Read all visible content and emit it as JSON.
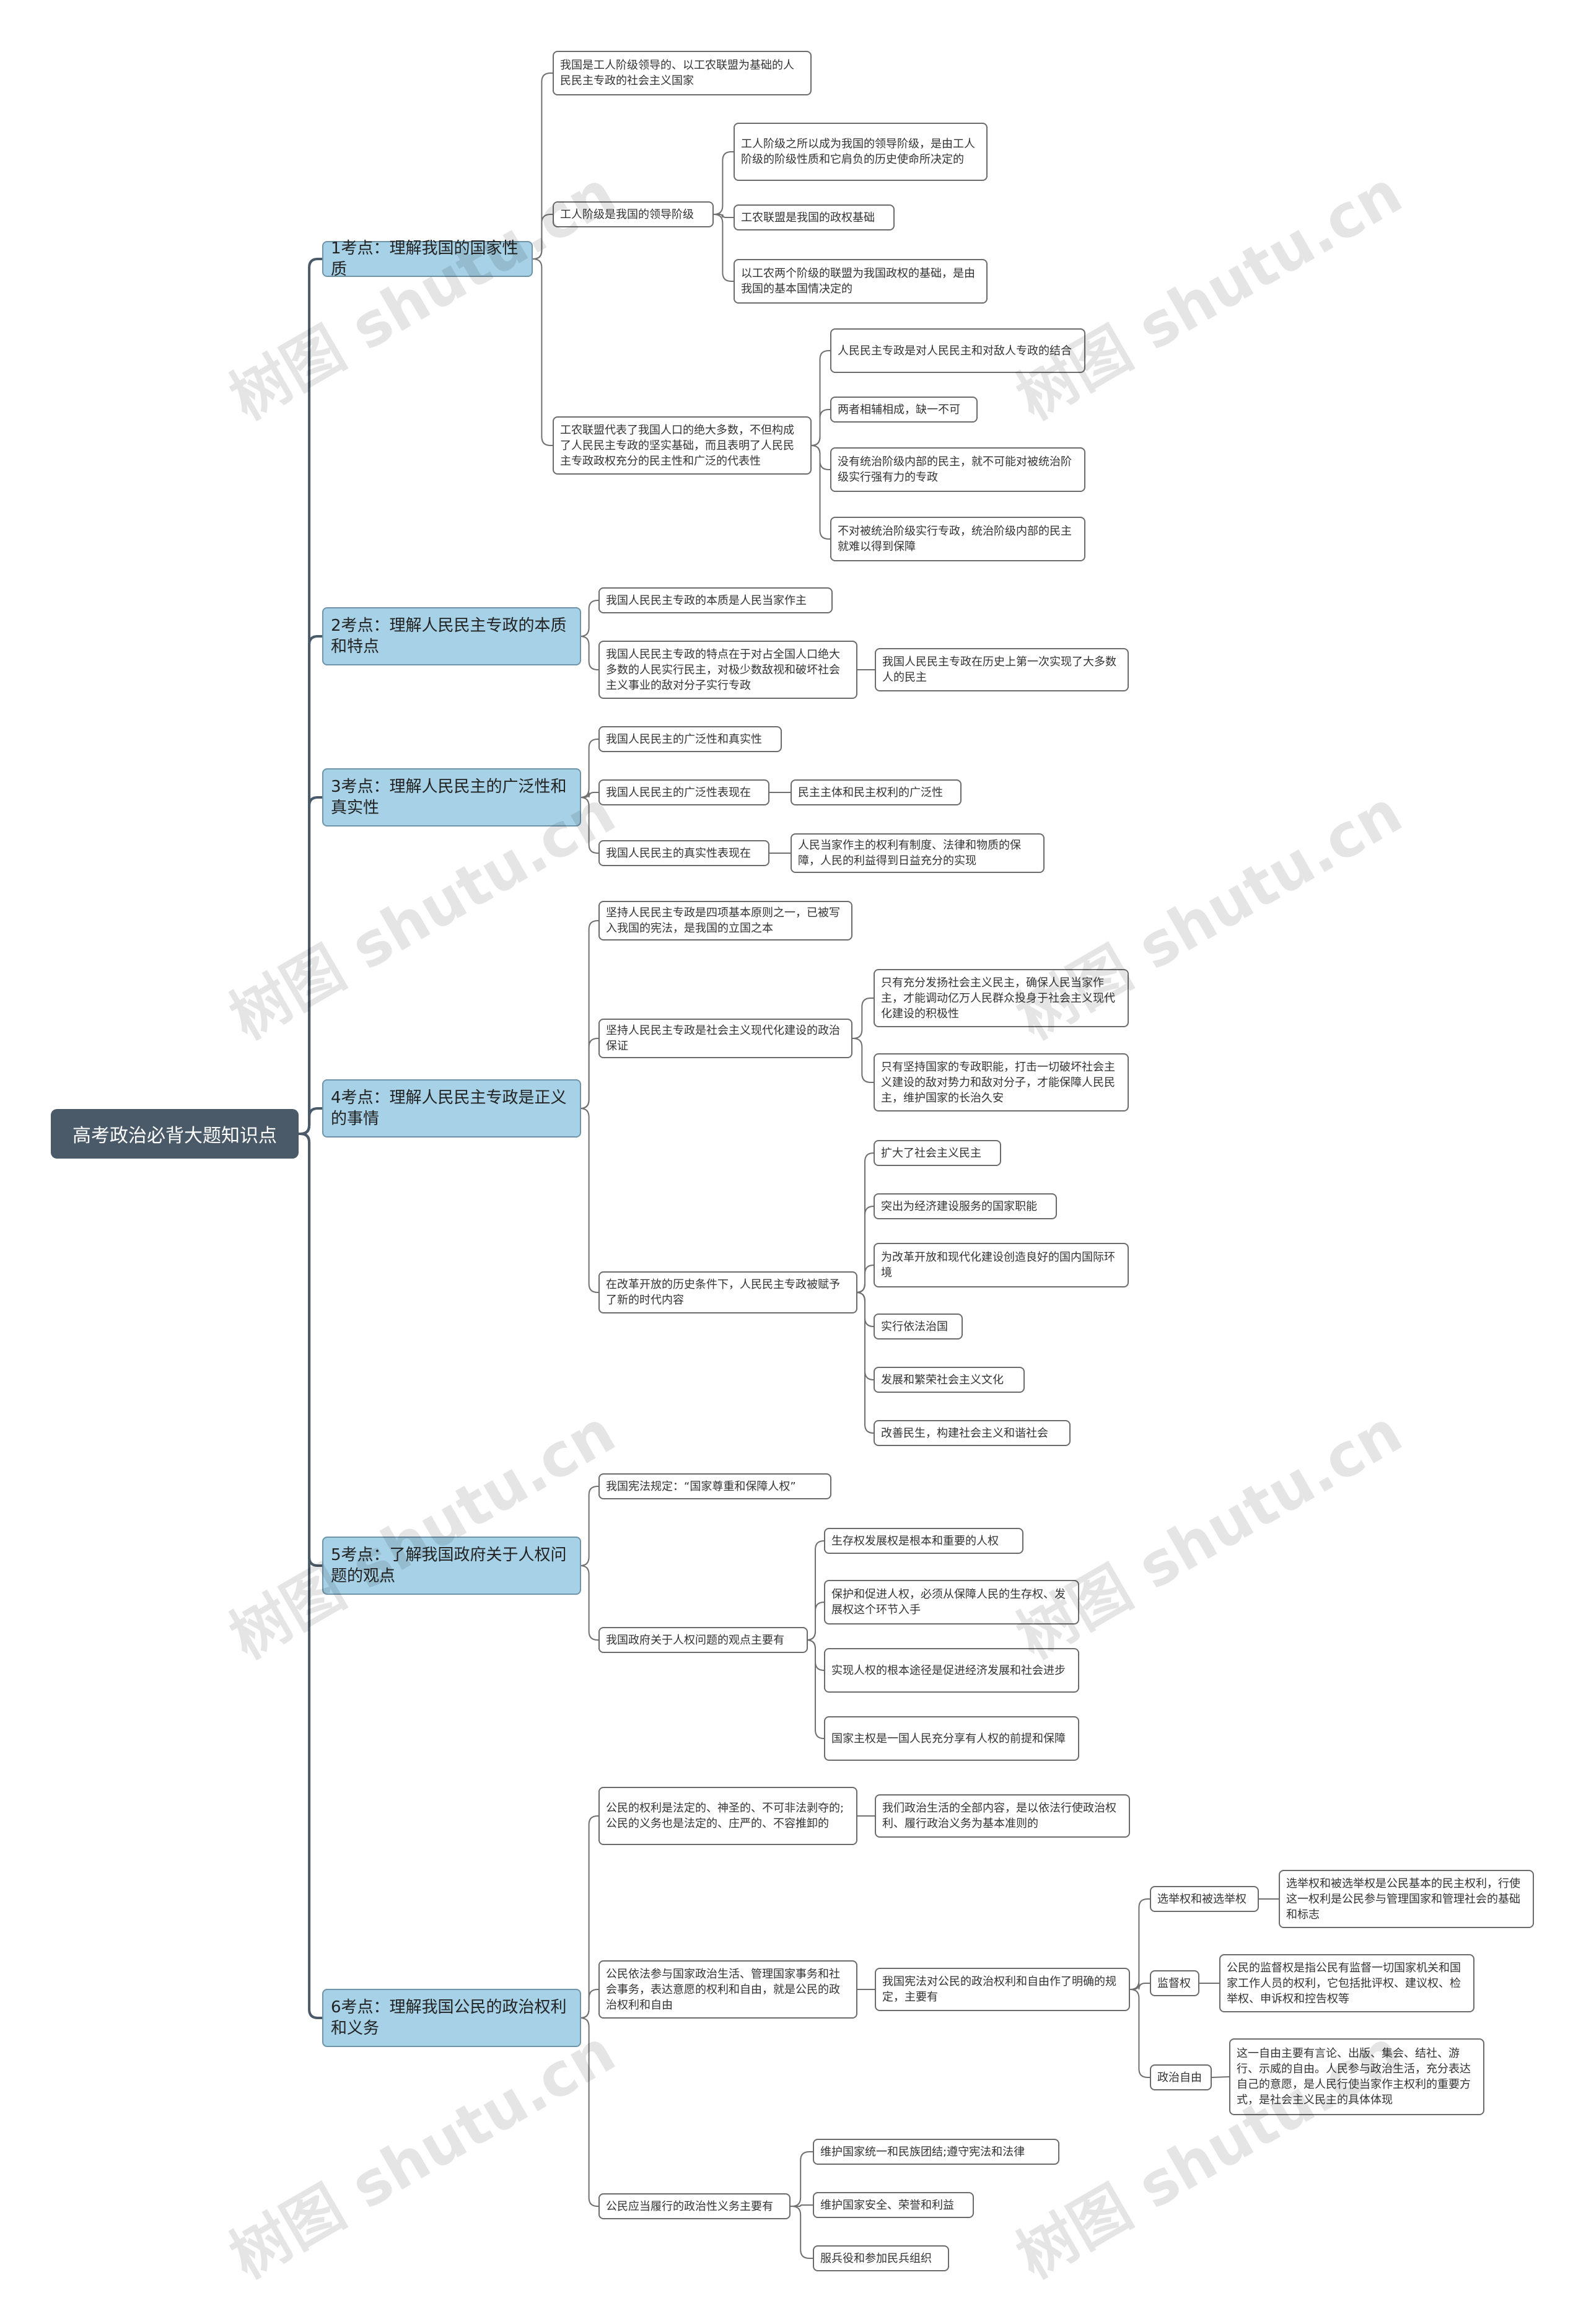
{
  "root": "高考政治必背大题知识点",
  "watermark": "树图 shutu.cn",
  "topics": [
    {
      "title": "1考点：理解我国的国家性质",
      "c": [
        {
          "t": "我国是工人阶级领导的、以工农联盟为基础的人民民主专政的社会主义国家"
        },
        {
          "t": "工人阶级是我国的领导阶级",
          "c": [
            {
              "t": "工人阶级之所以成为我国的领导阶级，是由工人阶级的阶级性质和它肩负的历史使命所决定的"
            },
            {
              "t": "工农联盟是我国的政权基础"
            },
            {
              "t": "以工农两个阶级的联盟为我国政权的基础，是由我国的基本国情决定的"
            }
          ]
        },
        {
          "t": "工农联盟代表了我国人口的绝大多数，不但构成了人民民主专政的坚实基础，而且表明了人民民主专政政权充分的民主性和广泛的代表性",
          "c": [
            {
              "t": "人民民主专政是对人民民主和对敌人专政的结合"
            },
            {
              "t": "两者相辅相成，缺一不可"
            },
            {
              "t": "没有统治阶级内部的民主，就不可能对被统治阶级实行强有力的专政"
            },
            {
              "t": "不对被统治阶级实行专政，统治阶级内部的民主就难以得到保障"
            }
          ]
        }
      ]
    },
    {
      "title": "2考点：理解人民民主专政的本质和特点",
      "c": [
        {
          "t": "我国人民民主专政的本质是人民当家作主"
        },
        {
          "t": "我国人民民主专政的特点在于对占全国人口绝大多数的人民实行民主，对极少数敌视和破坏社会主义事业的敌对分子实行专政",
          "c": [
            {
              "t": "我国人民民主专政在历史上第一次实现了大多数人的民主"
            }
          ]
        }
      ]
    },
    {
      "title": "3考点：理解人民民主的广泛性和真实性",
      "c": [
        {
          "t": "我国人民民主的广泛性和真实性"
        },
        {
          "t": "我国人民民主的广泛性表现在",
          "c": [
            {
              "t": "民主主体和民主权利的广泛性"
            }
          ]
        },
        {
          "t": "我国人民民主的真实性表现在",
          "c": [
            {
              "t": "人民当家作主的权利有制度、法律和物质的保障，人民的利益得到日益充分的实现"
            }
          ]
        }
      ]
    },
    {
      "title": "4考点：理解人民民主专政是正义的事情",
      "c": [
        {
          "t": "坚持人民民主专政是四项基本原则之一，已被写入我国的宪法，是我国的立国之本"
        },
        {
          "t": "坚持人民民主专政是社会主义现代化建设的政治保证",
          "c": [
            {
              "t": "只有充分发扬社会主义民主，确保人民当家作主，才能调动亿万人民群众投身于社会主义现代化建设的积极性"
            },
            {
              "t": "只有坚持国家的专政职能，打击一切破坏社会主义建设的敌对势力和敌对分子，才能保障人民民主，维护国家的长治久安"
            }
          ]
        },
        {
          "t": "在改革开放的历史条件下，人民民主专政被赋予了新的时代内容",
          "c": [
            {
              "t": "扩大了社会主义民主"
            },
            {
              "t": "突出为经济建设服务的国家职能"
            },
            {
              "t": "为改革开放和现代化建设创造良好的国内国际环境"
            },
            {
              "t": "实行依法治国"
            },
            {
              "t": "发展和繁荣社会主义文化"
            },
            {
              "t": "改善民生，构建社会主义和谐社会"
            }
          ]
        }
      ]
    },
    {
      "title": "5考点：了解我国政府关于人权问题的观点",
      "c": [
        {
          "t": "我国宪法规定：“国家尊重和保障人权”"
        },
        {
          "t": "我国政府关于人权问题的观点主要有",
          "c": [
            {
              "t": "生存权发展权是根本和重要的人权"
            },
            {
              "t": "保护和促进人权，必须从保障人民的生存权、发展权这个环节入手"
            },
            {
              "t": "实现人权的根本途径是促进经济发展和社会进步"
            },
            {
              "t": "国家主权是一国人民充分享有人权的前提和保障"
            }
          ]
        }
      ]
    },
    {
      "title": "6考点：理解我国公民的政治权利和义务",
      "c": [
        {
          "t": "公民的权利是法定的、神圣的、不可非法剥夺的;公民的义务也是法定的、庄严的、不容推卸的",
          "c": [
            {
              "t": "我们政治生活的全部内容，是以依法行使政治权利、履行政治义务为基本准则的"
            }
          ]
        },
        {
          "t": "公民依法参与国家政治生活、管理国家事务和社会事务，表达意愿的权利和自由，就是公民的政治权利和自由",
          "c": [
            {
              "t": "我国宪法对公民的政治权利和自由作了明确的规定，主要有",
              "c": [
                {
                  "t": "选举权和被选举权",
                  "c": [
                    {
                      "t": "选举权和被选举权是公民基本的民主权利，行使这一权利是公民参与管理国家和管理社会的基础和标志"
                    }
                  ]
                },
                {
                  "t": "监督权",
                  "c": [
                    {
                      "t": "公民的监督权是指公民有监督一切国家机关和国家工作人员的权利，它包括批评权、建议权、检举权、申诉权和控告权等"
                    }
                  ]
                },
                {
                  "t": "政治自由",
                  "c": [
                    {
                      "t": "这一自由主要有言论、出版、集会、结社、游行、示威的自由。人民参与政治生活，充分表达自己的意愿，是人民行使当家作主权利的重要方式，是社会主义民主的具体体现"
                    }
                  ]
                }
              ]
            }
          ]
        },
        {
          "t": "公民应当履行的政治性义务主要有",
          "c": [
            {
              "t": "维护国家统一和民族团结;遵守宪法和法律"
            },
            {
              "t": "维护国家安全、荣誉和利益"
            },
            {
              "t": "服兵役和参加民兵组织"
            }
          ]
        }
      ]
    }
  ]
}
